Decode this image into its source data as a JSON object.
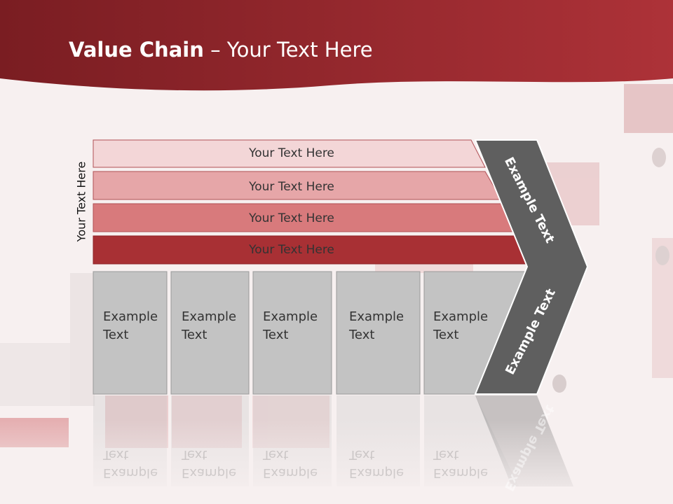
{
  "title": {
    "bold": "Value Chain",
    "rest": " – Your Text Here"
  },
  "side_label": "Your Text Here",
  "rows": [
    {
      "label": "Your Text Here",
      "color": "#f3d6d7"
    },
    {
      "label": "Your Text Here",
      "color": "#e6a6a8"
    },
    {
      "label": "Your Text Here",
      "color": "#d87a7c"
    },
    {
      "label": "Your Text Here",
      "color": "#a83034"
    }
  ],
  "columns": [
    {
      "line1": "Example",
      "line2": "Text"
    },
    {
      "line1": "Example",
      "line2": "Text"
    },
    {
      "line1": "Example",
      "line2": "Text"
    },
    {
      "line1": "Example",
      "line2": "Text"
    },
    {
      "line1": "Example",
      "line2": "Text"
    }
  ],
  "chevron": {
    "upper": "Example Text",
    "lower": "Example Text",
    "color": "#5f5f5f"
  },
  "colors": {
    "header": "#8e2328",
    "column_fill": "#c3c3c3"
  }
}
